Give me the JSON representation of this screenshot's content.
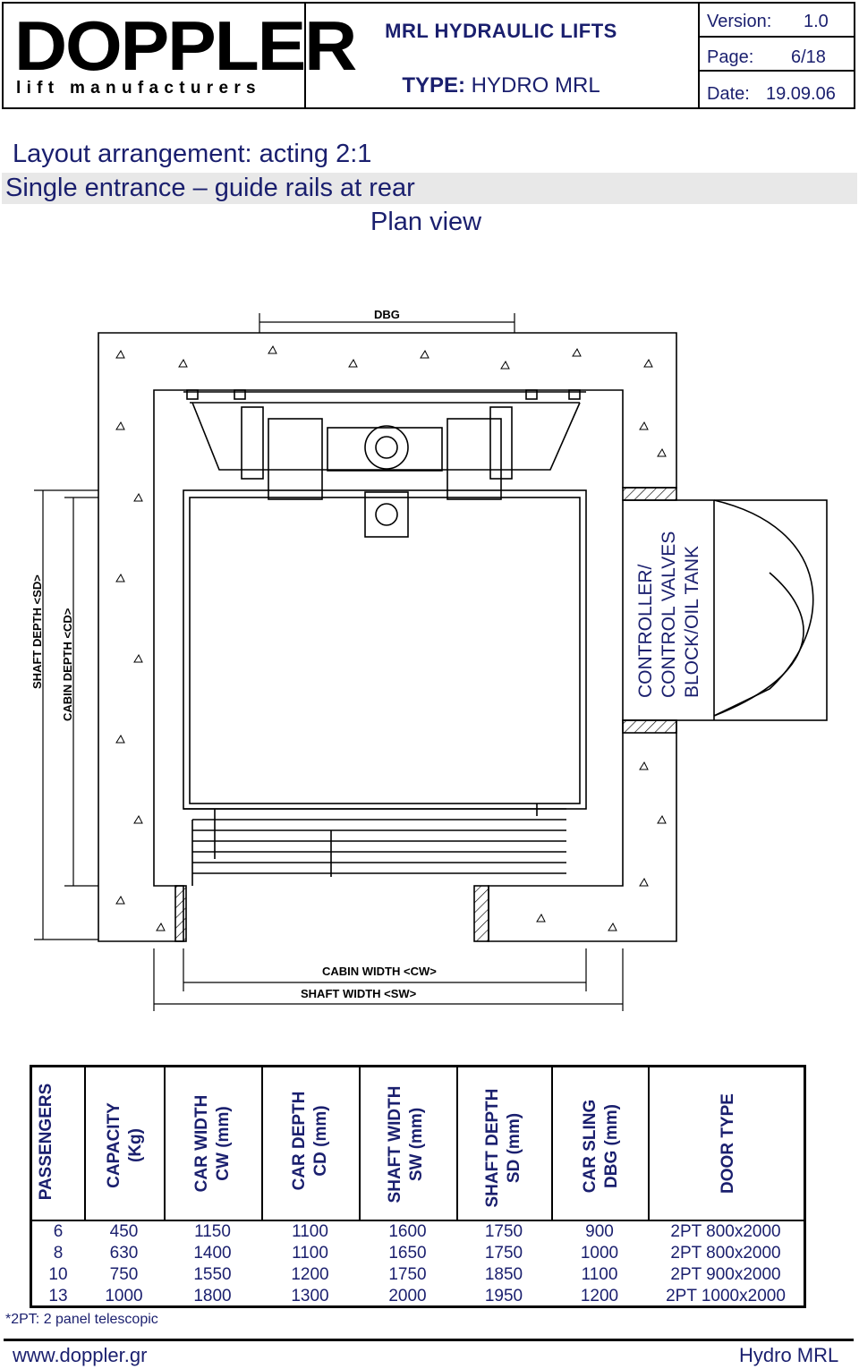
{
  "header": {
    "logo_main": "DOPPLER",
    "logo_sub": "lift manufacturers",
    "title": "MRL HYDRAULIC LIFTS",
    "type_label": "TYPE:",
    "type_value": "HYDRO MRL",
    "version_label": "Version:",
    "version_value": "1.0",
    "page_label": "Page:",
    "page_value": "6/18",
    "date_label": "Date:",
    "date_value": "19.09.06"
  },
  "titles": {
    "line1": "Layout arrangement: acting 2:1",
    "line2": "Single entrance – guide rails at rear",
    "line3": "Plan view"
  },
  "drawing": {
    "dbg": "DBG",
    "shaft_depth": "SHAFT DEPTH <SD>",
    "cabin_depth": "CABIN DEPTH <CD>",
    "cabin_width": "CABIN WIDTH <CW>",
    "shaft_width": "SHAFT WIDTH <SW>",
    "controller_lines": [
      "CONTROLLER/",
      "CONTROL VALVES",
      "BLOCK/OIL TANK"
    ]
  },
  "table": {
    "headers": [
      [
        "PASSENGERS"
      ],
      [
        "CAPACITY",
        "(Kg)"
      ],
      [
        "CAR WIDTH",
        "CW (mm)"
      ],
      [
        "CAR DEPTH",
        "CD (mm)"
      ],
      [
        "SHAFT WIDTH",
        "SW (mm)"
      ],
      [
        "SHAFT DEPTH",
        "SD (mm)"
      ],
      [
        "CAR SLING",
        "DBG (mm)"
      ],
      [
        "DOOR TYPE"
      ]
    ],
    "rows": [
      [
        "6",
        "450",
        "1150",
        "1100",
        "1600",
        "1750",
        "900",
        "2PT 800x2000"
      ],
      [
        "8",
        "630",
        "1400",
        "1100",
        "1650",
        "1750",
        "1000",
        "2PT 800x2000"
      ],
      [
        "10",
        "750",
        "1550",
        "1200",
        "1750",
        "1850",
        "1100",
        "2PT 900x2000"
      ],
      [
        "13",
        "1000",
        "1800",
        "1300",
        "2000",
        "1950",
        "1200",
        "2PT 1000x2000"
      ]
    ],
    "note": "*2PT: 2 panel telescopic"
  },
  "footer": {
    "website": "www.doppler.gr",
    "product": "Hydro MRL"
  }
}
